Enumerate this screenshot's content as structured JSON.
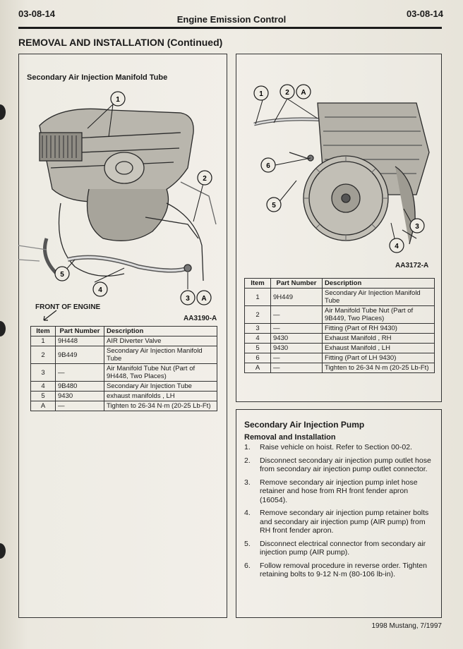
{
  "header": {
    "left_page": "03-08-14",
    "title": "Engine Emission Control",
    "right_page": "03-08-14"
  },
  "section_title": "REMOVAL AND INSTALLATION (Continued)",
  "left_figure": {
    "title": "Secondary Air Injection Manifold Tube",
    "code": "AA3190-A",
    "front_label": "FRONT OF ENGINE",
    "callouts": [
      "1",
      "2",
      "3",
      "A",
      "4",
      "5"
    ]
  },
  "right_figure": {
    "code": "AA3172-A",
    "callouts": [
      "1",
      "2",
      "A",
      "6",
      "5",
      "3",
      "4"
    ]
  },
  "left_table": {
    "headers": [
      "Item",
      "Part Number",
      "Description"
    ],
    "rows": [
      [
        "1",
        "9H448",
        "AIR Diverter Valve"
      ],
      [
        "2",
        "9B449",
        "Secondary Air Injection Manifold Tube"
      ],
      [
        "3",
        "—",
        "Air Manifold Tube Nut (Part of 9H448, Two Places)"
      ],
      [
        "4",
        "9B480",
        "Secondary Air Injection Tube"
      ],
      [
        "5",
        "9430",
        "exhaust manifolds , LH"
      ],
      [
        "A",
        "—",
        "Tighten to 26-34 N·m (20-25 Lb-Ft)"
      ]
    ]
  },
  "right_table": {
    "headers": [
      "Item",
      "Part Number",
      "Description"
    ],
    "rows": [
      [
        "1",
        "9H449",
        "Secondary Air Injection Manifold Tube"
      ],
      [
        "2",
        "—",
        "Air Manifold Tube Nut (Part of 9B449, Two Places)"
      ],
      [
        "3",
        "—",
        "Fitting (Part of RH 9430)"
      ],
      [
        "4",
        "9430",
        "Exhaust Manifold , RH"
      ],
      [
        "5",
        "9430",
        "Exhaust Manifold , LH"
      ],
      [
        "6",
        "—",
        "Fitting (Part of LH 9430)"
      ],
      [
        "A",
        "—",
        "Tighten to 26-34 N·m (20-25 Lb-Ft)"
      ]
    ]
  },
  "pump": {
    "title": "Secondary Air Injection Pump",
    "subtitle": "Removal and Installation",
    "steps": [
      {
        "n": "1.",
        "text": "Raise vehicle on hoist. Refer to Section 00-02."
      },
      {
        "n": "2.",
        "text": "Disconnect secondary air injection pump outlet hose from secondary air injection pump outlet connector."
      },
      {
        "n": "3.",
        "text": "Remove secondary air injection pump inlet hose retainer and hose from RH front fender apron (16054)."
      },
      {
        "n": "4.",
        "text": "Remove secondary air injection pump retainer bolts and secondary air injection pump (AIR pump) from RH front fender apron."
      },
      {
        "n": "5.",
        "text": "Disconnect electrical connector from secondary air injection pump (AIR pump)."
      },
      {
        "n": "6.",
        "text": "Follow removal procedure in reverse order. Tighten retaining bolts to 9-12 N·m (80-106 lb-in)."
      }
    ]
  },
  "footer": "1998 Mustang, 7/1997"
}
